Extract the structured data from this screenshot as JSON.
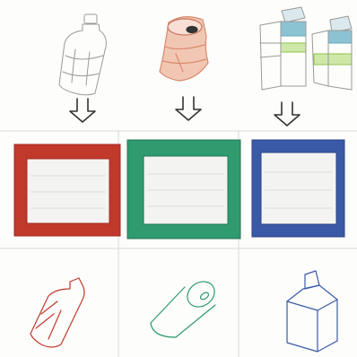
{
  "colors": {
    "paper": "#fdfdfb",
    "grid_line": "#d9d9d6",
    "graphite": "#8a8a8a",
    "plastic_red": "#c0392b",
    "metal_green": "#2f9b6e",
    "paper_blue": "#3a5aa8",
    "can_orange": "#d98a6b",
    "carton_teal": "#66a8b8",
    "carton_green": "#8dc24b"
  },
  "columns": [
    {
      "key": "plastic",
      "item_icon": "plastic-bottle-icon",
      "bin_color": "plastic_red",
      "target_icon": "plastic-bottle-outline-icon"
    },
    {
      "key": "metal",
      "item_icon": "crushed-can-icon",
      "bin_color": "metal_green",
      "target_icon": "can-outline-icon"
    },
    {
      "key": "paper",
      "item_icon": "milk-cartons-icon",
      "bin_color": "paper_blue",
      "target_icon": "carton-outline-icon"
    }
  ]
}
